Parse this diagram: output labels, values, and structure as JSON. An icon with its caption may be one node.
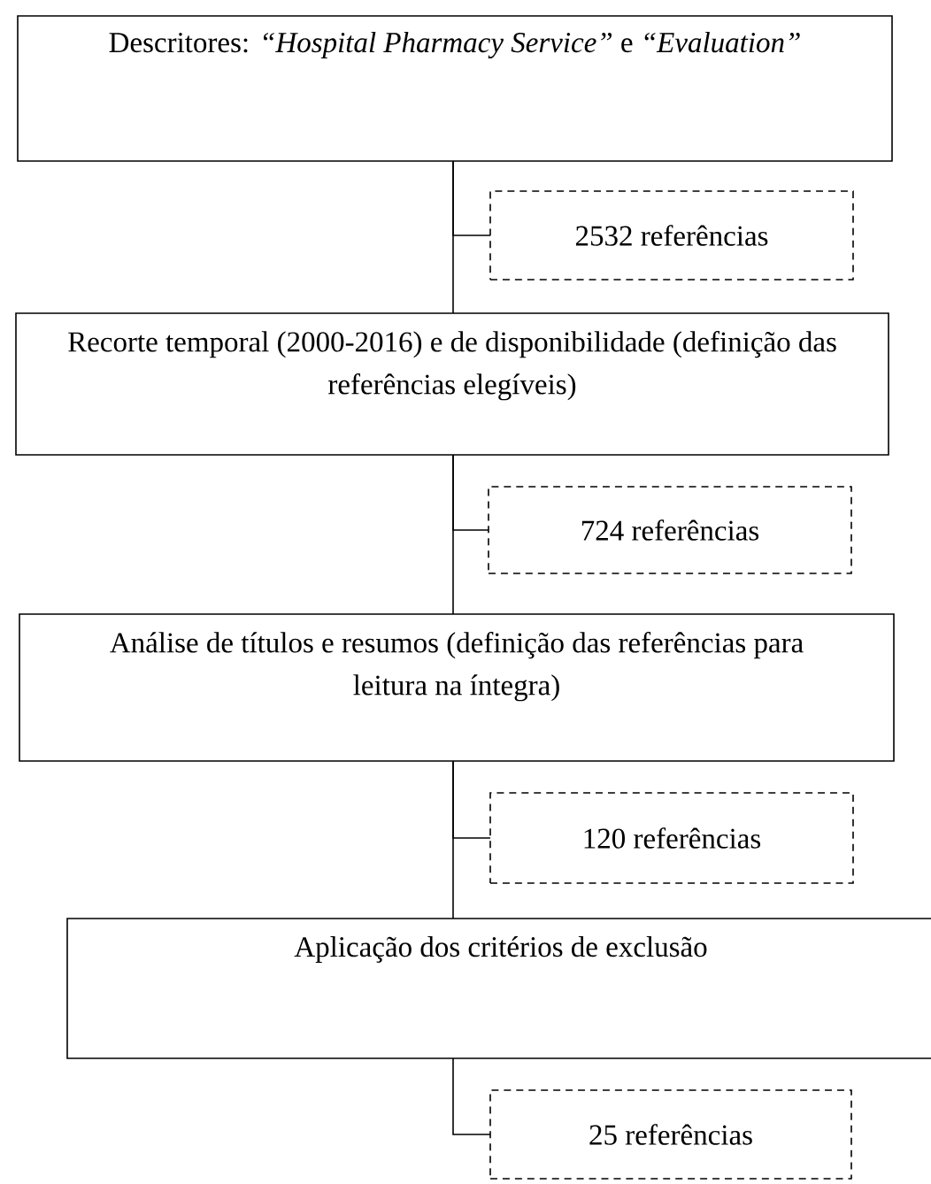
{
  "diagram": {
    "nodes": [
      {
        "text": [
          "Descritores: *“Hospital Pharmacy Service”* e *“Evaluation”*"
        ]
      },
      {
        "text": [
          "2532 referências"
        ]
      },
      {
        "text": [
          "Recorte temporal (2000-2016) e de disponibilidade (definição das referências elegíveis)"
        ]
      },
      {
        "text": [
          "724 referências"
        ]
      },
      {
        "text": [
          "Análise de títulos e resumos (definição das referências para leitura na íntegra)"
        ]
      },
      {
        "text": [
          "120 referências"
        ]
      },
      {
        "text": [
          "Aplicação dos critérios de exclusão"
        ]
      },
      {
        "text": [
          "25 referências"
        ]
      }
    ],
    "edges": [
      {
        "from": 0,
        "to": 2,
        "arrow": "none"
      },
      {
        "from": 0,
        "to": 1,
        "arrow": "none"
      },
      {
        "from": 2,
        "to": 4,
        "arrow": "none"
      },
      {
        "from": 2,
        "to": 3,
        "arrow": "none"
      },
      {
        "from": 4,
        "to": 6,
        "arrow": "none"
      },
      {
        "from": 4,
        "to": 5,
        "arrow": "none"
      },
      {
        "from": 6,
        "to": 7,
        "arrow": "none"
      }
    ]
  }
}
